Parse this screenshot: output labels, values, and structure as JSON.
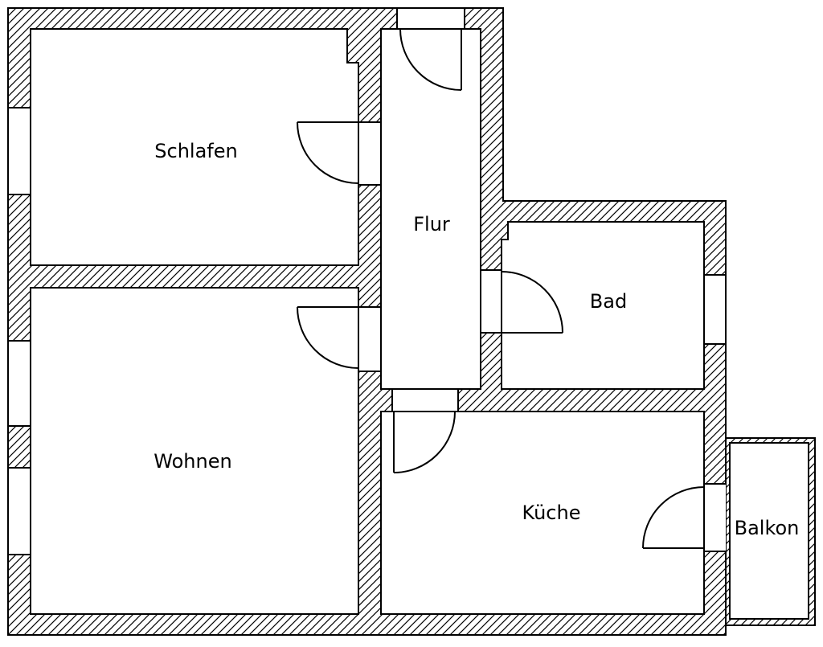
{
  "colors": {
    "ink": "#000000",
    "paper": "#ffffff"
  },
  "rooms": {
    "schlafen": "Schlafen",
    "flur": "Flur",
    "bad": "Bad",
    "wohnen": "Wohnen",
    "kueche": "Küche",
    "balkon": "Balkon"
  }
}
